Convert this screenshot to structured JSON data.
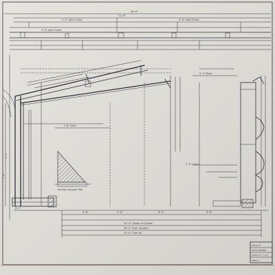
{
  "drawing": {
    "top_dimension": "28'-6\"",
    "top_sub_dimension": "21'-8\"",
    "top_labels": [
      "2'-0\"  Joist Frame",
      "4'-0\"  Joist Frame",
      "2'-6\"  Joist Frame"
    ],
    "left_labels": [
      "5'-4\"",
      "2'-0\""
    ],
    "bottom_dims": [
      "6'-2\"",
      "4'-8\"",
      "7'-6\"",
      "6'-0\"",
      "3'-6\""
    ],
    "bottom_totals": [
      "24'-4\" Center to Center",
      "28'-0\" Over Support",
      "32'-0\" Over All"
    ],
    "callouts": [
      "Section through Rail",
      "1'-8\" Clear",
      "1'-6\" Clear",
      "2'-4\" Base"
    ],
    "title_block_lines": [
      "DETAIL OF",
      "TRUSS FRAMING",
      "SCALE 1/2\" = 1'-0\"",
      "SHEET 4"
    ]
  }
}
